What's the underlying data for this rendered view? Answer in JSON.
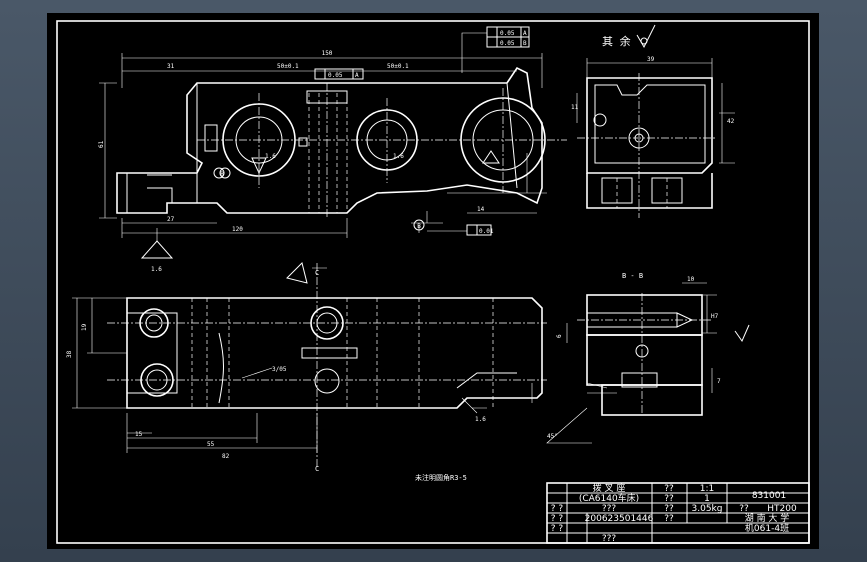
{
  "drawing": {
    "roughness_note": "其 余",
    "tolerance_frame_top_1": "0.05",
    "tolerance_frame_top_2": "0.05",
    "tolerance_frame_mid": "0.05",
    "tolerance_frame_bottom": "0.01",
    "datum_a": "A",
    "datum_b": "B",
    "section_label": "B - B",
    "tech_note": "未注明圆角R3-5"
  },
  "title_block": {
    "name_line_1": "拨 叉 座",
    "name_line_2": "(CA6140车床)",
    "scale": "1:1",
    "drawing_no": "831001",
    "quantity": "1",
    "weight": "3.05kg",
    "material": "HT200",
    "student_id": "200623501446",
    "school": "湖 南 大 学",
    "class": "机061-4班",
    "mark_1": "??",
    "mark_2": "??",
    "mark_3": "???",
    "mark_4": "??",
    "mark_5": "??",
    "mark_6": "? ?",
    "mark_7": "? ?",
    "mark_8": "???",
    "mark_9": "? ?",
    "mark_10": "??"
  },
  "colors": {
    "viewport_bg": "#000000",
    "line": "#ffffff",
    "frame": "#4a5868"
  }
}
